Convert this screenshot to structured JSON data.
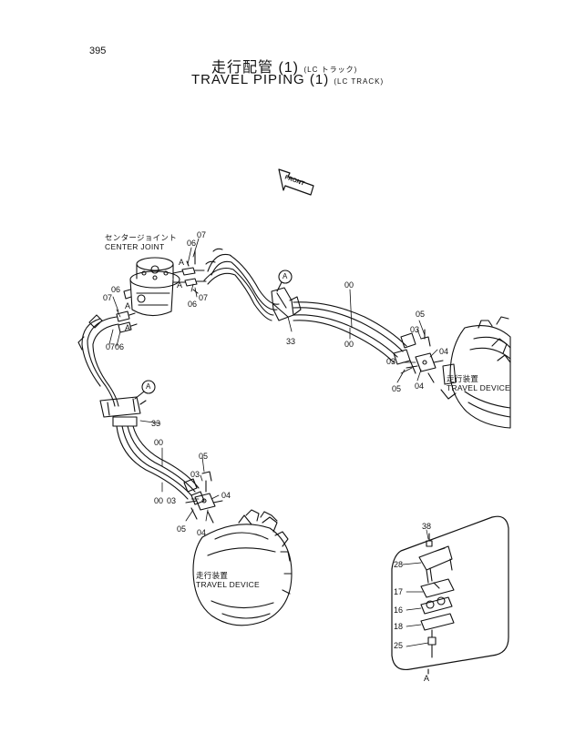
{
  "page_number": "395",
  "title": {
    "jp_main": "走行配管 (1)",
    "jp_sub": "(LC トラック)",
    "en_main": "TRAVEL  PIPING (1)",
    "en_sub": "(LC TRACK)"
  },
  "front_arrow": "FRONT",
  "center_joint": {
    "jp": "センタージョイント",
    "en": "CENTER JOINT"
  },
  "travel_device_right": {
    "jp": "走行装置",
    "en": "TRAVEL DEVICE"
  },
  "travel_device_lower": {
    "jp": "走行装置",
    "en": "TRAVEL DEVICE"
  },
  "callout_letter": "A",
  "detail_label": "A",
  "part_numbers": {
    "p07a": "07",
    "p06a": "06",
    "p07b": "07",
    "p06b": "06",
    "pAa": "A",
    "pAb": "A",
    "pAc": "A",
    "pAd": "A",
    "p07c": "07",
    "p06c": "06",
    "p0706": "0706",
    "p00a": "00",
    "p00b": "00",
    "p33a": "33",
    "p05a": "05",
    "p03a": "03",
    "p04a": "04",
    "p03b": "03",
    "p05b": "05",
    "p04b": "04",
    "p33b": "33",
    "p00c": "00",
    "p00d": "00",
    "p05c": "05",
    "p03c": "03",
    "p04c": "04",
    "p03d": "03",
    "p05d": "05",
    "p04d": "04",
    "p38": "38",
    "p28": "28",
    "p17": "17",
    "p16": "16",
    "p18": "18",
    "p25": "25"
  }
}
